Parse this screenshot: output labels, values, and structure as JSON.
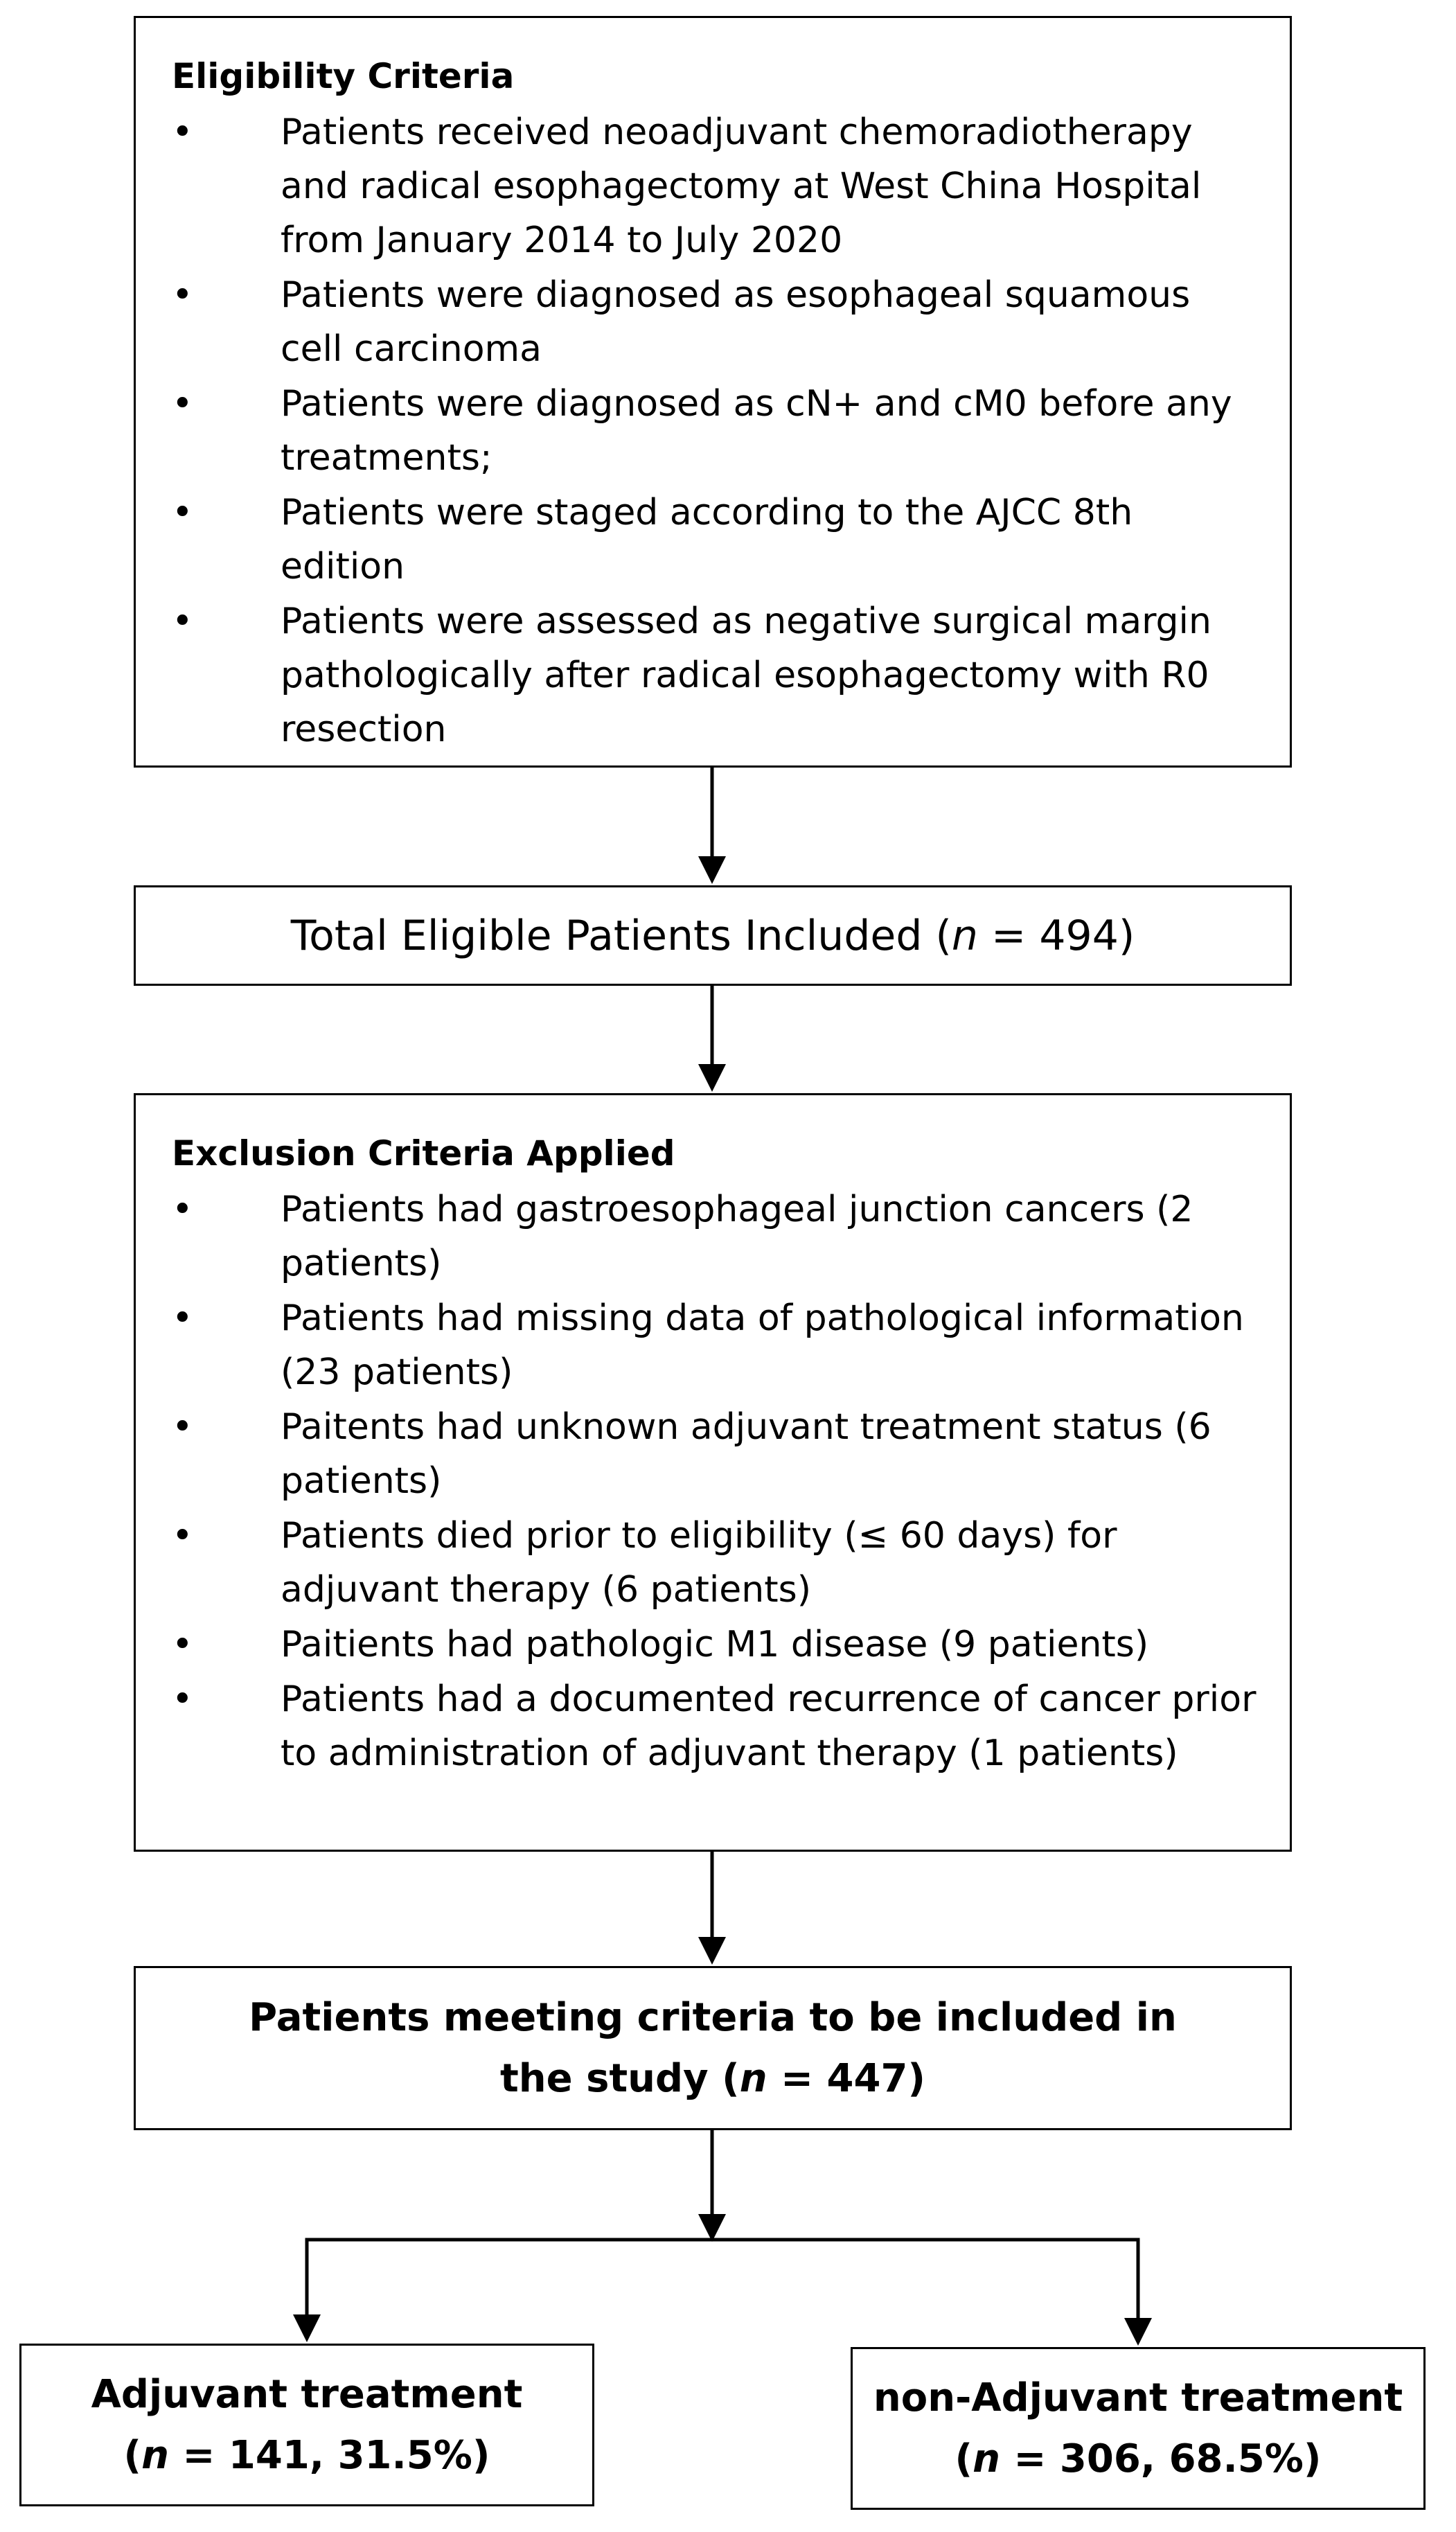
{
  "eligibility": {
    "heading": "Eligibility Criteria",
    "items": [
      "Patients received neoadjuvant chemoradiotherapy and radical esophagectomy at West China Hospital from January 2014 to July 2020",
      "Patients were diagnosed as esophageal squamous cell carcinoma",
      "Patients were diagnosed as cN+ and cM0 before any treatments;",
      "Patients were staged according to the AJCC 8th edition",
      "Patients were assessed as negative surgical margin pathologically after radical esophagectomy with R0 resection"
    ]
  },
  "total_eligible": {
    "label": "Total Eligible Patients Included (",
    "n_symbol": "n",
    "n_value": " = 494)"
  },
  "exclusion": {
    "heading": "Exclusion Criteria Applied",
    "items": [
      "Patients had gastroesophageal junction cancers (2 patients)",
      "Patients had missing data of pathological information (23 patients)",
      "Paitents had unknown adjuvant treatment status (6 patients)",
      "Patients died prior to eligibility (≤ 60 days) for adjuvant therapy (6 patients)",
      "Paitients had pathologic M1 disease (9 patients)",
      "Patients had a documented recurrence of cancer prior to administration of adjuvant therapy (1 patients)"
    ]
  },
  "included": {
    "label": "Patients meeting criteria to be included in the study (",
    "n_symbol": "n",
    "n_value": " = 447)"
  },
  "adjuvant": {
    "label": "Adjuvant treatment",
    "n_open": "(",
    "n_symbol": "n",
    "n_value": " = 141, 31.5%)"
  },
  "non_adjuvant": {
    "label": "non-Adjuvant treatment",
    "n_open": "(",
    "n_symbol": "n",
    "n_value": " = 306, 68.5%)"
  },
  "bullet_glyph": "•",
  "colors": {
    "stroke": "#000000",
    "background": "#ffffff"
  }
}
